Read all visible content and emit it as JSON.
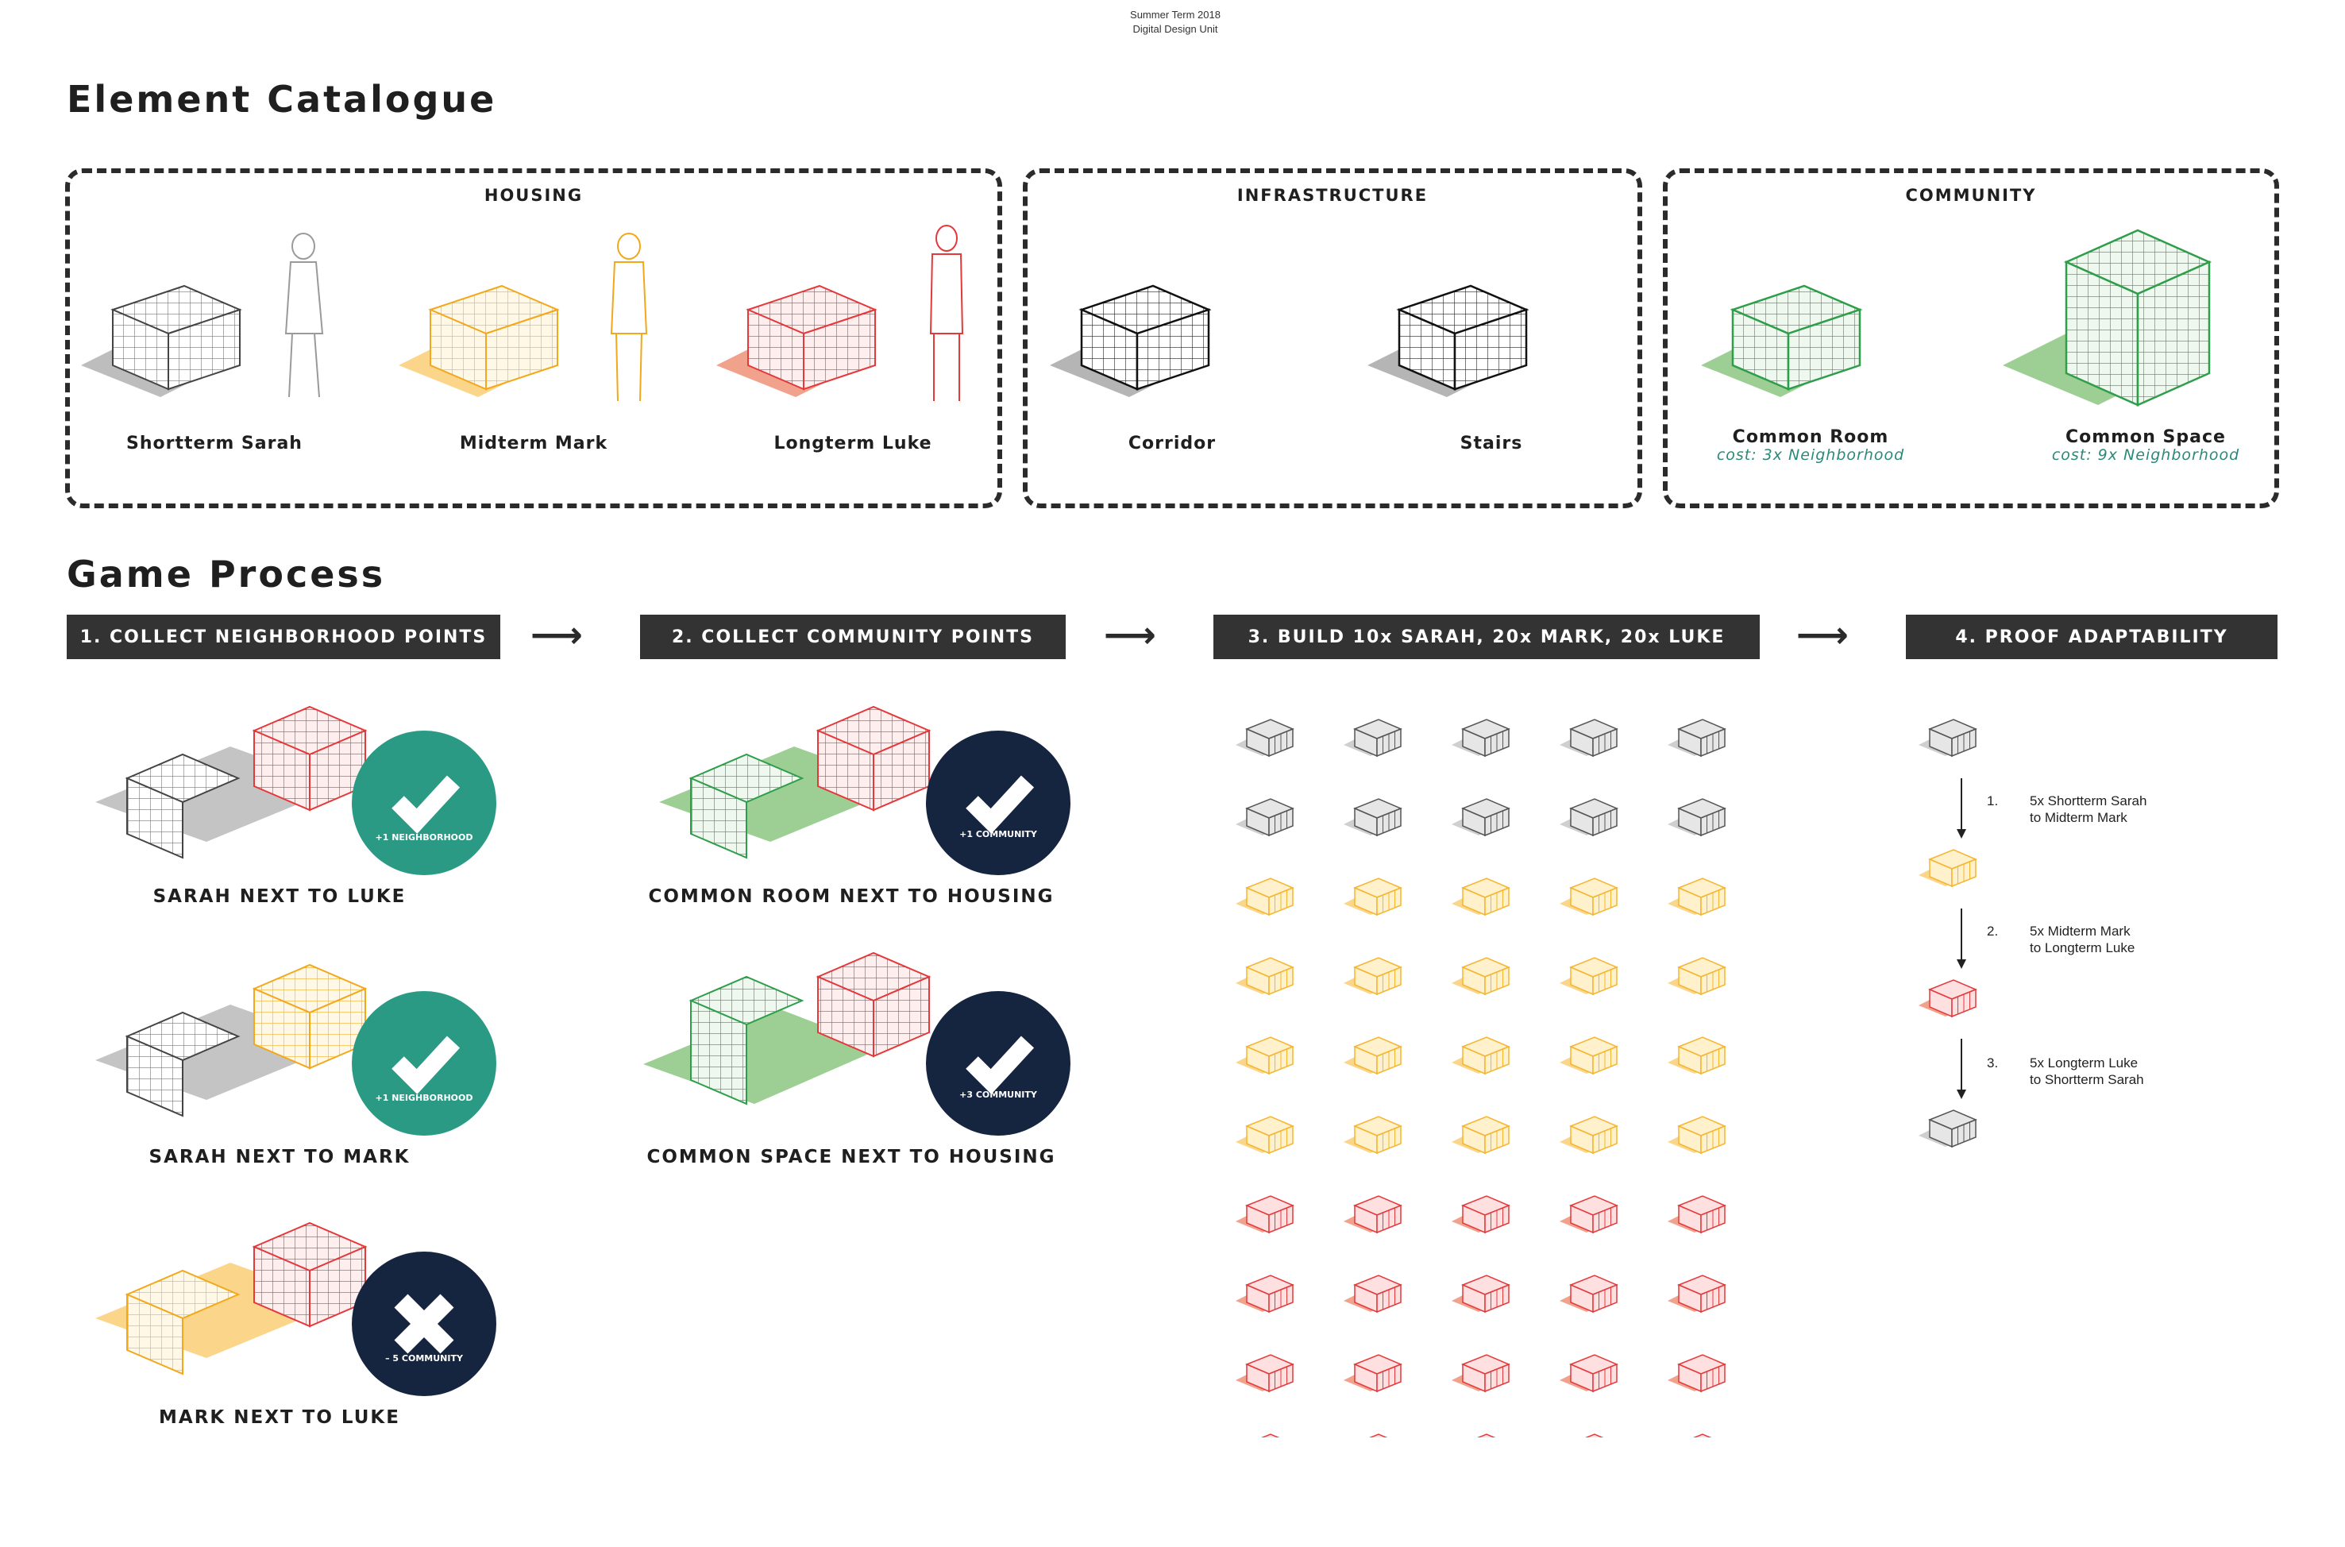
{
  "meta": {
    "line1": "Summer Term 2018",
    "line2": "Digital Design Unit"
  },
  "catalogue": {
    "title": "Element Catalogue",
    "groups": [
      {
        "title": "HOUSING",
        "items": [
          "Shortterm Sarah",
          "Midterm Mark",
          "Longterm Luke"
        ]
      },
      {
        "title": "INFRASTRUCTURE",
        "items": [
          "Corridor",
          "Stairs"
        ]
      },
      {
        "title": "COMMUNITY",
        "items": [
          "Common Room",
          "Common Space"
        ],
        "costs": [
          "cost: 3x Neighborhood",
          "cost: 9x Neighborhood"
        ]
      }
    ]
  },
  "process": {
    "title": "Game Process",
    "steps": [
      "1. COLLECT NEIGHBORHOOD POINTS",
      "2. COLLECT COMMUNITY POINTS",
      "3. BUILD 10x SARAH, 20x MARK, 20x LUKE",
      "4. PROOF ADAPTABILITY"
    ],
    "rules": [
      {
        "label": "SARAH NEXT TO LUKE",
        "badge": "+1 NEIGHBORHOOD"
      },
      {
        "label": "SARAH NEXT TO MARK",
        "badge": "+1 NEIGHBORHOOD"
      },
      {
        "label": "MARK NEXT TO LUKE",
        "badge": "– 5 COMMUNITY"
      },
      {
        "label": "COMMON ROOM NEXT TO HOUSING",
        "badge": "+1 COMMUNITY"
      },
      {
        "label": "COMMON SPACE NEXT TO HOUSING",
        "badge": "+3 COMMUNITY"
      }
    ],
    "adapt": [
      {
        "num": "1.",
        "line1": "5x Shortterm Sarah",
        "line2": "to Midterm Mark"
      },
      {
        "num": "2.",
        "line1": "5x Midterm Mark",
        "line2": "to Longterm Luke"
      },
      {
        "num": "3.",
        "line1": "5x Longterm Luke",
        "line2": "to Shortterm Sarah"
      }
    ]
  },
  "colors": {
    "sarah": "#8a8a8a",
    "mark": "#f5b52e",
    "luke": "#e5383b",
    "community": "#2e9e4a",
    "teal": "#2a9a85",
    "navy": "#15243f",
    "bar": "#333333",
    "costText": "#2a8a7a"
  }
}
